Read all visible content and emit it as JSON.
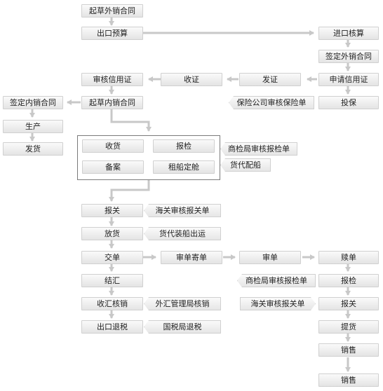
{
  "nodes": {
    "draft_export_contract": "起草外销合同",
    "export_budget": "出口预算",
    "import_accounting": "进口核算",
    "sign_foreign_contract": "签定外销合同",
    "audit_lc": "审核信用证",
    "receive_lc": "收证",
    "issue_lc": "发证",
    "apply_lc": "申请信用证",
    "sign_domestic_contract": "签定内销合同",
    "draft_domestic_contract": "起草内销合同",
    "insurer_audit": "保险公司审核保险单",
    "insure": "投保",
    "production": "生产",
    "delivery": "发货",
    "receive_goods": "收货",
    "inspection": "报检",
    "record_filing": "备案",
    "charter_ship": "租船定舱",
    "commerce_inspection_1": "商检局审核报检单",
    "forwarder_ship": "货代配船",
    "customs_declare_1": "报关",
    "customs_audit_1": "海关审核报关单",
    "release_goods": "放货",
    "forwarder_loading": "货代装船出运",
    "submit_docs": "交单",
    "audit_send_docs": "审单寄单",
    "audit_docs": "审单",
    "redeem_docs": "赎单",
    "settle_fx": "结汇",
    "commerce_inspection_2": "商检局审核报检单",
    "inspection_2": "报检",
    "fx_verification": "收汇核销",
    "fx_bureau_verify": "外汇管理局核销",
    "customs_audit_2": "海关审核报关单",
    "customs_declare_2": "报关",
    "export_tax_refund": "出口退税",
    "tax_bureau_refund": "国税局退税",
    "pickup_goods": "提货",
    "sales_1": "销售",
    "sales_2": "销售"
  }
}
